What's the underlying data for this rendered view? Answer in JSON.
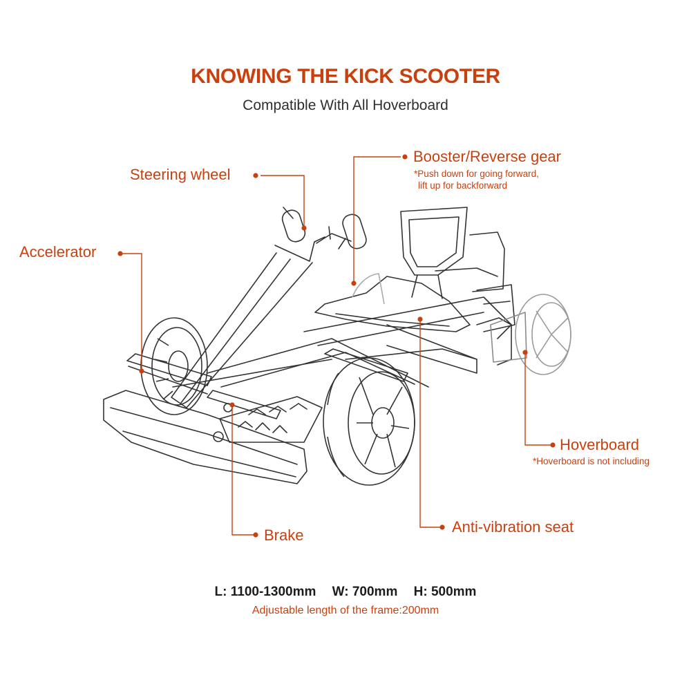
{
  "title": "KNOWING THE KICK SCOOTER",
  "subtitle": "Compatible With All Hoverboard",
  "labels": {
    "steering_wheel": "Steering wheel",
    "booster": "Booster/Reverse gear",
    "booster_note_1": "*Push down for going forward,",
    "booster_note_2": "lift up for backforward",
    "accelerator": "Accelerator",
    "hoverboard": "Hoverboard",
    "hoverboard_note": "*Hoverboard is not including",
    "anti_vibration_seat": "Anti-vibration seat",
    "brake": "Brake"
  },
  "dimensions": {
    "length": "L: 1100-1300mm",
    "width": "W: 700mm",
    "height": "H: 500mm",
    "adjustable": "Adjustable length of the frame:200mm"
  },
  "colors": {
    "accent": "#c9400e",
    "line_art": "#333333",
    "text_dark": "#2e2e2e"
  }
}
